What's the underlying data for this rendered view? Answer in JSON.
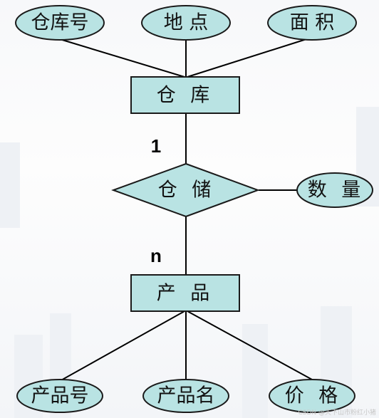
{
  "entities": {
    "warehouse": "仓 库",
    "product": "产 品"
  },
  "relationship": {
    "store": "仓 储"
  },
  "attributes": {
    "warehouse_no": "仓库号",
    "location": "地 点",
    "area": "面 积",
    "quantity": "数 量",
    "product_no": "产品号",
    "product_name": "产品名",
    "price": "价 格"
  },
  "cardinality": {
    "warehouse_side": "1",
    "product_side": "n"
  },
  "watermark": "CSDN @天下山市粉红小猪",
  "colors": {
    "shape_fill": "#b9e3e3",
    "stroke": "#1a1a1a"
  }
}
